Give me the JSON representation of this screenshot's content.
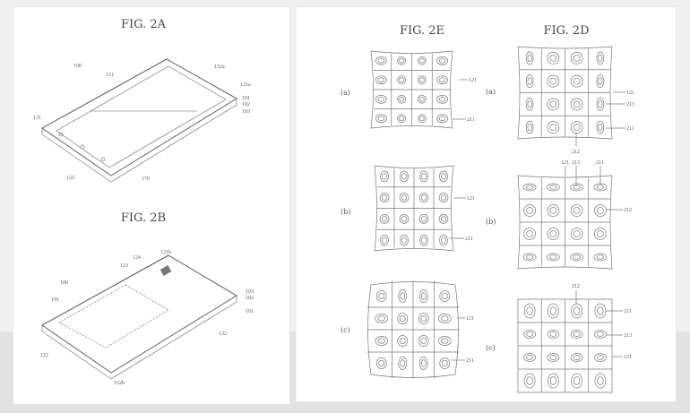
{
  "fig2a": {
    "title": "FIG. 2A",
    "labels": [
      "100",
      "151",
      "152a",
      "121a",
      "101",
      "102",
      "103",
      "131",
      "122",
      "170"
    ]
  },
  "fig2b": {
    "title": "FIG. 2B",
    "labels": [
      "121b",
      "124",
      "123",
      "100",
      "191",
      "103",
      "102",
      "101",
      "132",
      "122",
      "152b"
    ]
  },
  "fig2e": {
    "title": "FIG. 2E",
    "a": {
      "tag": "(a)",
      "labels": [
        "121",
        "211"
      ]
    },
    "b": {
      "tag": "(b)",
      "labels": [
        "121",
        "211"
      ]
    },
    "c": {
      "tag": "(c)",
      "labels": [
        "121",
        "211"
      ]
    }
  },
  "fig2d": {
    "title": "FIG. 2D",
    "a": {
      "tag": "(a)",
      "labels": [
        "121",
        "213",
        "211",
        "212"
      ]
    },
    "b": {
      "tag": "(b)",
      "labels": [
        "121",
        "213",
        "211",
        "212"
      ]
    },
    "c": {
      "tag": "(c)",
      "labels": [
        "212",
        "211",
        "213",
        "121"
      ]
    }
  }
}
